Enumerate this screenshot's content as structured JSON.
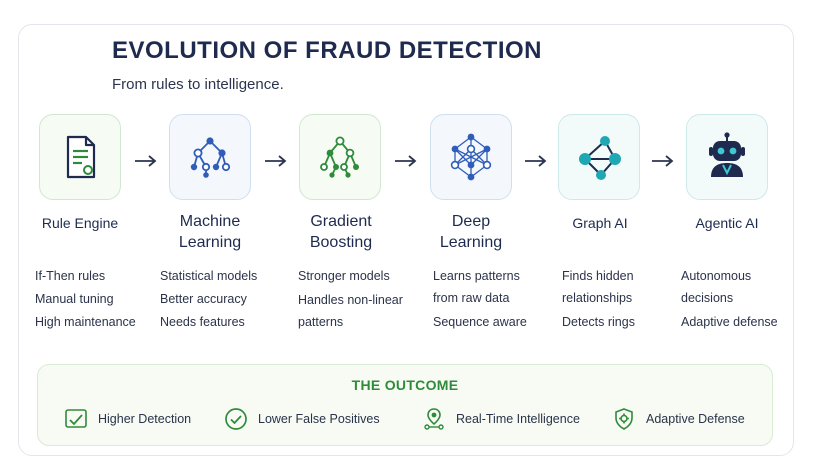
{
  "title": "EVOLUTION OF FRAUD DETECTION",
  "subtitle": "From rules to intelligence.",
  "stages": [
    {
      "name": "Rule Engine",
      "icon": "document-rules-icon",
      "bullets": [
        "If-Then rules",
        "Manual tuning",
        "High maintenance"
      ]
    },
    {
      "name": "Machine Learning",
      "icon": "neural-tree-icon",
      "bullets": [
        "Statistical models",
        "Better accuracy",
        "Needs features"
      ]
    },
    {
      "name": "Gradient Boosting",
      "icon": "decision-tree-icon",
      "bullets": [
        "Stronger models",
        "Handles non-linear",
        "patterns"
      ]
    },
    {
      "name": "Deep Learning",
      "icon": "neural-network-icon",
      "bullets": [
        "Learns patterns",
        "from raw data",
        "Sequence aware"
      ]
    },
    {
      "name": "Graph AI",
      "icon": "graph-nodes-icon",
      "bullets": [
        "Finds hidden",
        "relationships",
        "Detects rings"
      ]
    },
    {
      "name": "Agentic AI",
      "icon": "robot-icon",
      "bullets": [
        "Autonomous",
        "decisions",
        "Adaptive defense"
      ]
    }
  ],
  "outcome": {
    "title": "THE OUTCOME",
    "items": [
      {
        "label": "Higher Detection",
        "icon": "chart-check-icon"
      },
      {
        "label": "Lower False Positives",
        "icon": "circle-check-icon"
      },
      {
        "label": "Real-Time Intelligence",
        "icon": "location-network-icon"
      },
      {
        "label": "Adaptive Defense",
        "icon": "shield-gear-icon"
      }
    ]
  },
  "colors": {
    "green": "#2e8b3a",
    "blue": "#2f5db8",
    "teal": "#1fa7b3",
    "navy": "#1e2b4f"
  }
}
